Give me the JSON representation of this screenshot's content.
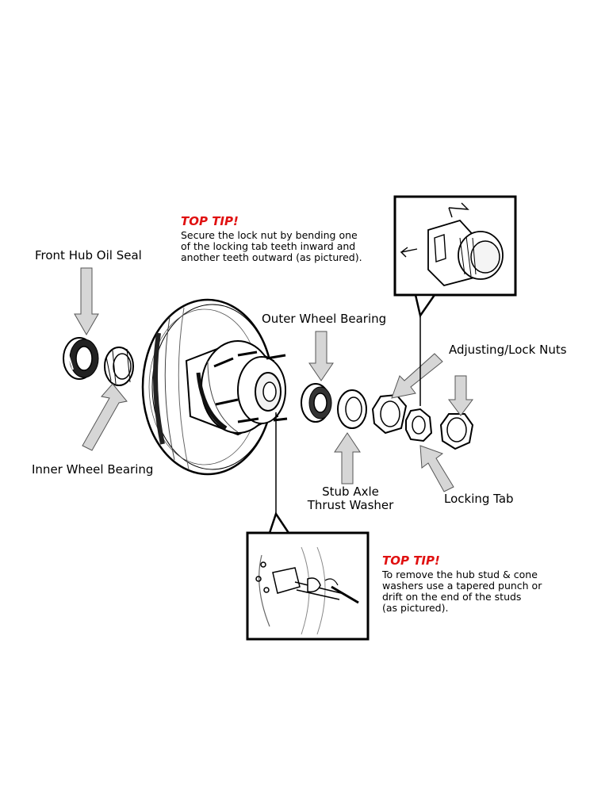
{
  "labels": {
    "front_hub_oil_seal": "Front Hub Oil Seal",
    "inner_wheel_bearing": "Inner Wheel Bearing",
    "outer_wheel_bearing": "Outer Wheel Bearing",
    "adjusting_lock_nuts": "Adjusting/Lock Nuts",
    "stub_axle_line1": "Stub Axle",
    "stub_axle_line2": "Thrust Washer",
    "locking_tab": "Locking Tab"
  },
  "tips": [
    {
      "title": "TOP TIP!",
      "lines": [
        "Secure the lock nut by bending one",
        "of the locking tab teeth inward and",
        "another teeth outward (as pictured)."
      ]
    },
    {
      "title": "TOP TIP!",
      "lines": [
        "To remove the hub stud & cone",
        "washers use a tapered punch or",
        "drift on the end of the studs",
        "(as pictured)."
      ]
    }
  ],
  "colors": {
    "tip_title": "#e01010",
    "arrow_fill": "#d6d6d6",
    "line": "#000000"
  }
}
